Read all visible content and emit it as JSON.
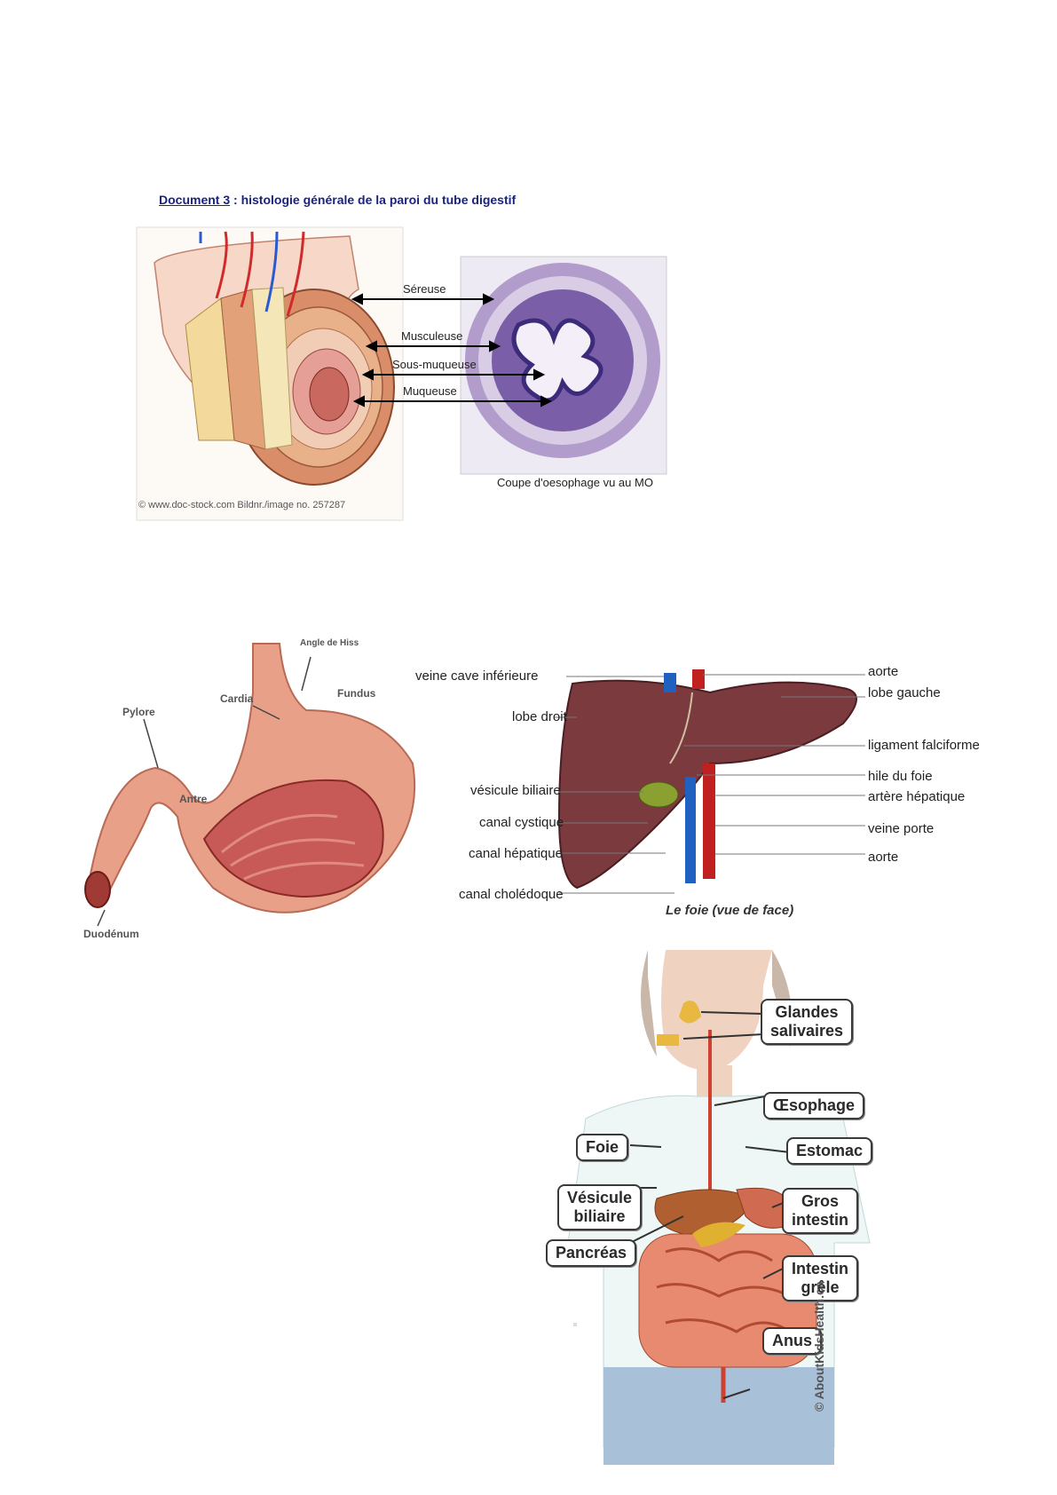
{
  "document": {
    "title_doc": "Document 3",
    "title_rest": " : histologie générale de la paroi du tube digestif"
  },
  "histology": {
    "layers": [
      "Séreuse",
      "Musculeuse",
      "Sous-muqueuse",
      "Muqueuse"
    ],
    "micro_caption": "Coupe d'oesophage vu au MO",
    "credit": "© www.doc-stock.com  Bildnr./image no. 257287"
  },
  "stomach": {
    "labels": {
      "angle": "Angle de Hiss",
      "cardia": "Cardia",
      "fundus": "Fundus",
      "pylore": "Pylore",
      "antre": "Antre",
      "duodenum": "Duodénum"
    }
  },
  "liver": {
    "left_labels": [
      "veine cave inférieure",
      "lobe droit",
      "vésicule biliaire",
      "canal cystique",
      "canal hépatique",
      "canal cholédoque"
    ],
    "right_labels": [
      "aorte",
      "lobe gauche",
      "ligament falciforme",
      "hile du foie",
      "artère hépatique",
      "veine porte",
      "aorte"
    ],
    "caption": "Le foie (vue de face)"
  },
  "body": {
    "labels": {
      "glandes_1": "Glandes",
      "glandes_2": "salivaires",
      "oesophage": "Œsophage",
      "foie": "Foie",
      "estomac": "Estomac",
      "vesicule_1": "Vésicule",
      "vesicule_2": "biliaire",
      "gros_1": "Gros",
      "gros_2": "intestin",
      "pancreas": "Pancréas",
      "intestin_1": "Intestin",
      "intestin_2": "grêle",
      "anus": "Anus"
    },
    "credit": "© AboutKidsHealth.ca"
  },
  "colors": {
    "title_blue": "#1a237e",
    "flesh": "#e8a088",
    "liver": "#7a3a3e",
    "stain_purple": "#6a4a9a"
  }
}
